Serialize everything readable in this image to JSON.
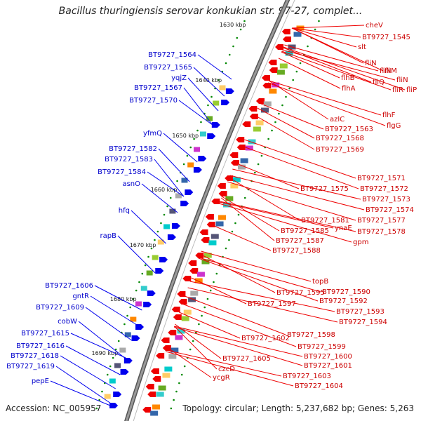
{
  "title": "Bacillus thuringiensis serovar konkukian str. 97-27, complet...",
  "footer": {
    "accession": "Accession: NC_005957",
    "topology": "Topology: circular; Length: 5,237,682 bp; Genes: 5,263"
  },
  "colors": {
    "backbone": "#9a9a9a",
    "backbone_edge": "#555555",
    "forward_genes": "#0000ee",
    "reverse_genes": "#ee0000",
    "left_labels": "#0000cc",
    "right_labels": "#cc0000",
    "tick_dots": "#008800"
  },
  "scale": [
    {
      "label": "1630 kbp"
    },
    {
      "label": "1640 kbp"
    },
    {
      "label": "1650 kbp"
    },
    {
      "label": "1660 kbp"
    },
    {
      "label": "1670 kbp"
    },
    {
      "label": "1680 kbp"
    },
    {
      "label": "1690 kbp"
    }
  ],
  "left_labels": [
    "BT9727_1564",
    "BT9727_1565",
    "yqjZ",
    "BT9727_1567",
    "BT9727_1570",
    "yfmQ",
    "BT9727_1582",
    "BT9727_1583",
    "BT9727_1584",
    "asnO",
    "hfq",
    "rapB",
    "BT9727_1606",
    "gntR",
    "BT9727_1609",
    "cobW",
    "BT9727_1615",
    "BT9727_1616",
    "BT9727_1618",
    "BT9727_1619",
    "pepE"
  ],
  "right_labels": [
    "cheV",
    "BT9727_1545",
    "slt",
    "fliN",
    "fliM",
    "fliN",
    "fliN",
    "fliQ",
    "fliR",
    "fliP",
    "flhB",
    "flhA",
    "flhF",
    "azlC",
    "flgG",
    "BT9727_1563",
    "BT9727_1568",
    "BT9727_1569",
    "BT9727_1571",
    "BT9727_1572",
    "BT9727_1575",
    "BT9727_1573",
    "BT9727_1574",
    "BT9727_1577",
    "BT9727_1581",
    "ynaE",
    "BT9727_1578",
    "BT9727_1585",
    "gpm",
    "BT9727_1587",
    "BT9727_1588",
    "topB",
    "BT9727_1590",
    "BT9727_1595",
    "BT9727_1592",
    "BT9727_1597",
    "BT9727_1593",
    "BT9727_1594",
    "BT9727_1598",
    "BT9727_1599",
    "BT9727_1602",
    "BT9727_1600",
    "BT9727_1605",
    "BT9727_1601",
    "czcD",
    "BT9727_1603",
    "ycgR",
    "BT9727_1604"
  ]
}
